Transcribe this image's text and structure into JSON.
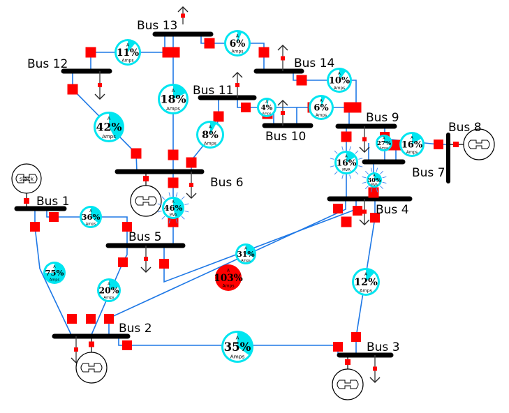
{
  "diagram": {
    "title": "14-bus power system one-line diagram",
    "colors": {
      "line": "#1e78e6",
      "breaker": "#ff0000",
      "bus": "#000000",
      "gauge_fill": "#00e5f0",
      "gauge_overload": "#ff0000",
      "gauge_bg": "#ffffff"
    },
    "buses": [
      {
        "id": "bus1",
        "label": "Bus 1"
      },
      {
        "id": "bus2",
        "label": "Bus 2"
      },
      {
        "id": "bus3",
        "label": "Bus 3"
      },
      {
        "id": "bus4",
        "label": "Bus 4"
      },
      {
        "id": "bus5",
        "label": "Bus 5"
      },
      {
        "id": "bus6",
        "label": "Bus 6"
      },
      {
        "id": "bus7",
        "label": "Bus 7"
      },
      {
        "id": "bus8",
        "label": "Bus 8"
      },
      {
        "id": "bus9",
        "label": "Bus 9"
      },
      {
        "id": "bus10",
        "label": "Bus 10"
      },
      {
        "id": "bus11",
        "label": "Bus 11"
      },
      {
        "id": "bus12",
        "label": "Bus 12"
      },
      {
        "id": "bus13",
        "label": "Bus 13"
      },
      {
        "id": "bus14",
        "label": "Bus 14"
      }
    ],
    "generators": [
      {
        "bus": "bus1",
        "label": "slack"
      },
      {
        "bus": "bus2",
        "label": ""
      },
      {
        "bus": "bus3",
        "label": ""
      },
      {
        "bus": "bus6",
        "label": ""
      },
      {
        "bus": "bus8",
        "label": ""
      }
    ],
    "flows": [
      {
        "from": "bus12",
        "to": "bus13",
        "percent": 11,
        "text": "11%",
        "unit": "Amps",
        "type": "line",
        "overload": false
      },
      {
        "from": "bus13",
        "to": "bus14",
        "percent": 6,
        "text": "6%",
        "unit": "Amps",
        "type": "line",
        "overload": false
      },
      {
        "from": "bus14",
        "to": "bus9",
        "percent": 10,
        "text": "10%",
        "unit": "Amps",
        "type": "line",
        "overload": false
      },
      {
        "from": "bus6",
        "to": "bus13",
        "percent": 18,
        "text": "18%",
        "unit": "Amps",
        "type": "line",
        "overload": false
      },
      {
        "from": "bus6",
        "to": "bus12",
        "percent": 42,
        "text": "42%",
        "unit": "Amps",
        "type": "line",
        "overload": false
      },
      {
        "from": "bus11",
        "to": "bus10",
        "percent": 4,
        "text": "4%",
        "unit": "Amps",
        "type": "line",
        "overload": false
      },
      {
        "from": "bus10",
        "to": "bus9",
        "percent": 6,
        "text": "6%",
        "unit": "Amps",
        "type": "line",
        "overload": false
      },
      {
        "from": "bus6",
        "to": "bus11",
        "percent": 8,
        "text": "8%",
        "unit": "Amps",
        "type": "line",
        "overload": false
      },
      {
        "from": "bus9",
        "to": "bus7",
        "percent": 27,
        "text": "27%",
        "unit": "Amps",
        "type": "line",
        "overload": false
      },
      {
        "from": "bus7",
        "to": "bus8",
        "percent": 16,
        "text": "16%",
        "unit": "Amps",
        "type": "line",
        "overload": false
      },
      {
        "from": "bus9",
        "to": "bus4",
        "percent": 16,
        "text": "16%",
        "unit": "MVA",
        "type": "transformer",
        "overload": false
      },
      {
        "from": "bus7",
        "to": "bus4",
        "percent": 30,
        "text": "30%",
        "unit": "MVA",
        "type": "transformer",
        "overload": false
      },
      {
        "from": "bus6",
        "to": "bus5",
        "percent": 46,
        "text": "46%",
        "unit": "MVA",
        "type": "transformer",
        "overload": false
      },
      {
        "from": "bus1",
        "to": "bus5",
        "percent": 36,
        "text": "36%",
        "unit": "Amps",
        "type": "line",
        "overload": false
      },
      {
        "from": "bus1",
        "to": "bus2",
        "percent": 75,
        "text": "75%",
        "unit": "Amps",
        "type": "line",
        "overload": false
      },
      {
        "from": "bus5",
        "to": "bus2",
        "percent": 20,
        "text": "20%",
        "unit": "Amps",
        "type": "line",
        "overload": false
      },
      {
        "from": "bus2",
        "to": "bus4",
        "percent": 31,
        "text": "31%",
        "unit": "Amps",
        "type": "line",
        "overload": false
      },
      {
        "from": "bus5",
        "to": "bus4",
        "percent": 103,
        "text": "103%",
        "unit": "Amps",
        "type": "line",
        "overload": true
      },
      {
        "from": "bus4",
        "to": "bus3",
        "percent": 12,
        "text": "12%",
        "unit": "Amps",
        "type": "line",
        "overload": false
      },
      {
        "from": "bus2",
        "to": "bus3",
        "percent": 35,
        "text": "35%",
        "unit": "Amps",
        "type": "line",
        "overload": false
      }
    ],
    "gauge_header": "A"
  }
}
